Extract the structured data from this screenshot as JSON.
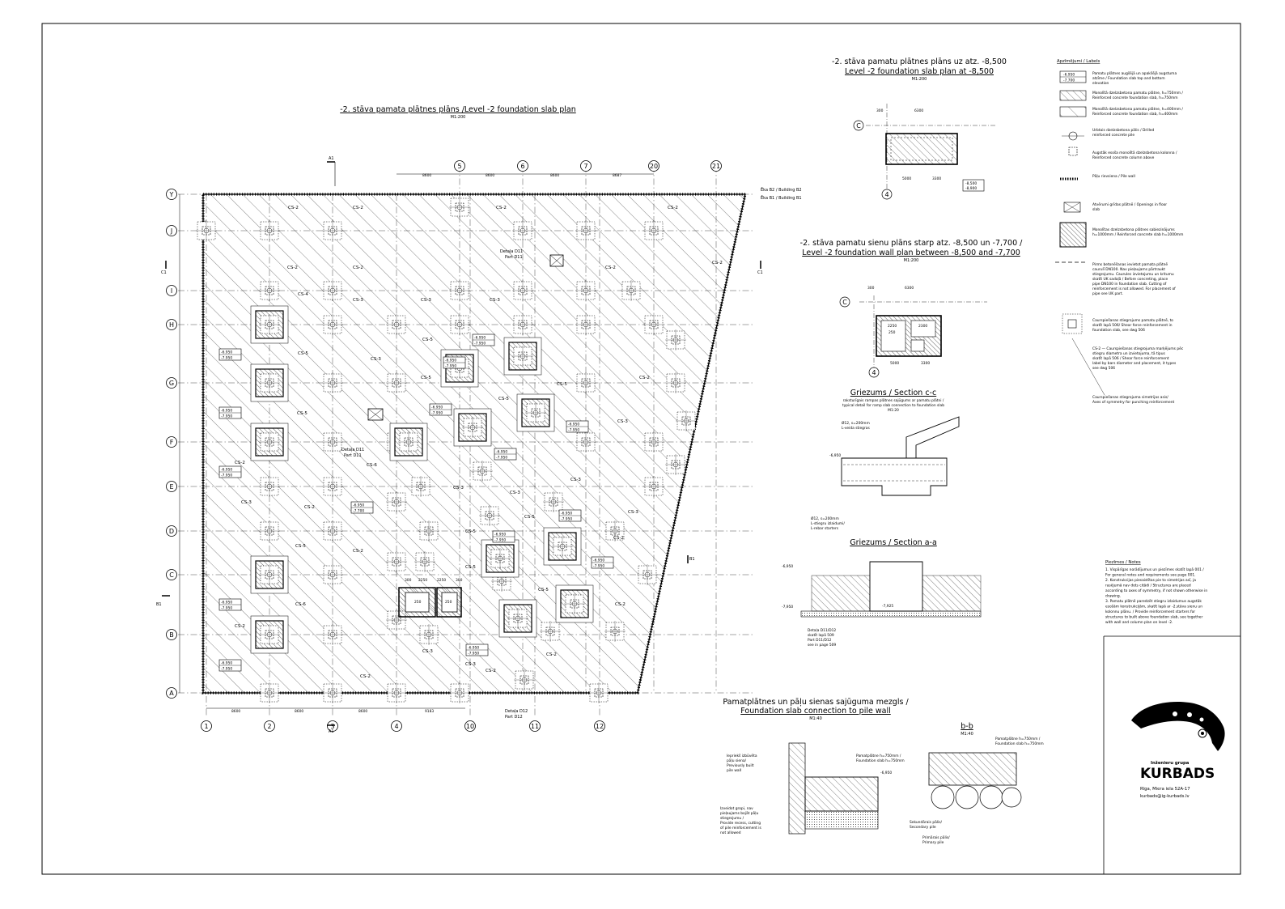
{
  "main_plan": {
    "title": "-2. stāva pamata plātnes plāns /Level -2 foundation slab plan",
    "scale": "M1:200",
    "building_labels": [
      "Ēka B2 / Building B2",
      "Ēka B1 / Building B1"
    ],
    "axes_x": [
      "1",
      "2",
      "3",
      "4",
      "10",
      "11",
      "12",
      "5",
      "6",
      "7",
      "20",
      "21"
    ],
    "axes_y": [
      "Y",
      "J",
      "I",
      "H",
      "G",
      "F",
      "E",
      "D",
      "C",
      "B",
      "A"
    ],
    "bottom_dims": [
      "8600",
      "8600",
      "8600",
      "9183"
    ],
    "top_dims": [
      "8600",
      "8600",
      "8600",
      "8687"
    ],
    "section_marks": [
      "A1",
      "A1",
      "C1",
      "C1",
      "B1",
      "B1"
    ],
    "detail_labels": [
      "Detaļa D11\nPart D11",
      "Detaļa D11\nPart D11",
      "Detaļa D12\nPart D12"
    ],
    "cs_labels": [
      "CS-2",
      "CS-3",
      "CS-4",
      "CS-5",
      "CS-6"
    ],
    "level_tags": [
      [
        "-6.950",
        "-7.950"
      ],
      [
        "-6.950",
        "-7.950"
      ],
      [
        "-6.950",
        "-7.950"
      ],
      [
        "-6.950",
        "-7.950"
      ],
      [
        "-6.950",
        "-7.950"
      ],
      [
        "-6.950",
        "-7.950"
      ],
      [
        "-6.950",
        "-7.950"
      ],
      [
        "-6.950",
        "-7.950"
      ],
      [
        "-6.950",
        "-7.950"
      ],
      [
        "-6.950",
        "-7.700"
      ],
      [
        "-6.950",
        "-7.950"
      ],
      [
        "-6.950",
        "-7.950"
      ],
      [
        "-6.950",
        "-7.950"
      ],
      [
        "-6.950",
        "-7.950"
      ],
      [
        "-6.950",
        "-7.950"
      ]
    ]
  },
  "slab_plan_8500": {
    "title": "-2. stāva pamatu plātnes plāns uz atz. -8,500",
    "subtitle": "Level -2 foundation slab plan at -8,500",
    "scale": "M1:200",
    "axes": [
      "C",
      "4"
    ],
    "dims": [
      "300",
      "6300",
      "5000",
      "3300"
    ],
    "levels": [
      "-8,500",
      "-8,900"
    ]
  },
  "wall_plan": {
    "title": "-2. stāva pamatu sienu plāns starp atz. -8,500 un -7,700 /",
    "subtitle": "Level -2 foundation wall plan between -8,500 and -7,700",
    "scale": "M1:200",
    "axes": [
      "C",
      "4"
    ],
    "dims": [
      "300",
      "6300",
      "5000",
      "3300",
      "2250",
      "2300",
      "250"
    ]
  },
  "section_cc": {
    "title": "Griezums / Section c-c",
    "caption": "raksturīgais rampas plātnes sajūgums ar pamatu plātni / typical detail for ramp slab connection to foundation slab",
    "scale": "M1:20",
    "labels": [
      "Ø12, s=200mm L-veida stiegras",
      "Ø12, s=200mm L-stiegru izlaidumi/ L-rebar starters"
    ],
    "level": "-6,950"
  },
  "section_aa": {
    "title": "Griezums / Section a-a",
    "levels": [
      "-6,950",
      "-7,950",
      "-7,925"
    ],
    "labels": [
      "Detaļa D11/D12 skatīt lapā 509",
      "Part D11/D12 see in page 509"
    ]
  },
  "connection_detail": {
    "title": "Pamatplātnes un pāļu sienas sajūguma mezgls /",
    "subtitle": "Foundation slab connection to pile wall",
    "scale": "M1:40",
    "labels": [
      "Iepriekš izbūvēta pāļu siena/ Previously built pile wall",
      "Pamatplātne h=750mm / Foundation slab h=750mm",
      "Izveidot gropi, nav pieļaujams bojāt pāļu stiegrojumu / Provide recess, cutting of pile reinforcement is not allowed"
    ],
    "level": "-6,950"
  },
  "section_bb": {
    "title": "b-b",
    "scale": "M1:40",
    "labels": [
      "Pamatplātne h=750mm / Foundation slab h=750mm",
      "Sekundārais pālis/ Secondary pile",
      "Primārais pālis/ Primary pile"
    ]
  },
  "legend": {
    "title": "Apzīmējumi / Labels",
    "items": [
      {
        "symbol": "level-tag",
        "text": "Pamatu plātnes augšējā un apakšējā augstuma atzīme / Foundation slab top and bottom elevation",
        "tag": [
          "-6.950",
          "-7.700"
        ]
      },
      {
        "symbol": "hatch-750",
        "text": "Monolītā dzelzsbetona pamatu plātne, h=750mm / Reinforced concrete foundation slab, h=750mm"
      },
      {
        "symbol": "hatch-400",
        "text": "Monolītā dzelzsbetona pamatu plātne, h=400mm / Reinforced concrete foundation slab, h=400mm"
      },
      {
        "symbol": "pile",
        "text": "Urbtais dzelzsbetona pālis / Drilled reinforced concrete pile"
      },
      {
        "symbol": "column",
        "text": "Augstāk esoša monolītā dzelzsbetona kolonna / Reinforced concrete column above"
      },
      {
        "symbol": "pile-wall",
        "text": "Pāļu rievsiena / Pile wall"
      },
      {
        "symbol": "opening",
        "text": "Atvērumi grīdas plātnē / Openings in floor slab"
      },
      {
        "symbol": "thick-slab",
        "text": "Monolītas dzelzsbetona plātnes sabiezinājums h=1000mm / Reinforced concrete slab h=1000mm"
      },
      {
        "symbol": "dashed-pipe",
        "text": "Pirms betonēšanas ievietot pamata plātnē caurulī DN100. Nav pieļaujams pārtraukt stiegrojumu. Caurules izvietojumu un kritumu skatīt UK sadaļā / Before concreting, place pipe DN100 in foundation slab. Cutting of reinforcement is not allowed. For placement of pipe see UK part."
      },
      {
        "symbol": "punching",
        "text": "Caurspiešanas stiegrojums pamatu plātnē, to skatīt lapā 506/ Shear force reinforcement in foundation slab, see dwg 506"
      },
      {
        "symbol": "cs-label",
        "text": "CS-2 — Caurspiešanas stiegrojuma marķējums pēc stiegru diametra un izvietojuma, tā tipus skatīt lapā 506 / Shear force reinforcement label by bars diameter and placement, it types see dwg 506"
      },
      {
        "symbol": "axis",
        "text": "Caurspiešanas stiegrojuma simetrijas asis/ Axes of symmetry for punching reinforcement"
      }
    ]
  },
  "notes": {
    "title": "Piezīmes / Notes",
    "items": [
      "1. Vispārīgas norādījumus un piezīmes skatīt lapā 001 / For general notes and requirements see page 001.",
      "2. Konstrukcijas piesaistītas pie to simetrijas asī, ja rasējumā nav dots citādi / Structures are placed according to axes of symmetry, if not shown otherwise in drawing.",
      "3. Pamatu plātnē paredzēt stiegru izlaidumus augstāk esošām konstrukcijām, skatīt lapā ar -2.stāva sienu un kolonnu plānu. / Provide reinforcement starters for structures to built above foundation slab, see together with wall and column plan on level -2."
    ]
  },
  "company": {
    "name_small": "Inženieru grupa",
    "name": "KURBADS",
    "address": "Rīga, Miera iela 52A-17",
    "email": "kurbads@ig-kurbads.lv"
  }
}
